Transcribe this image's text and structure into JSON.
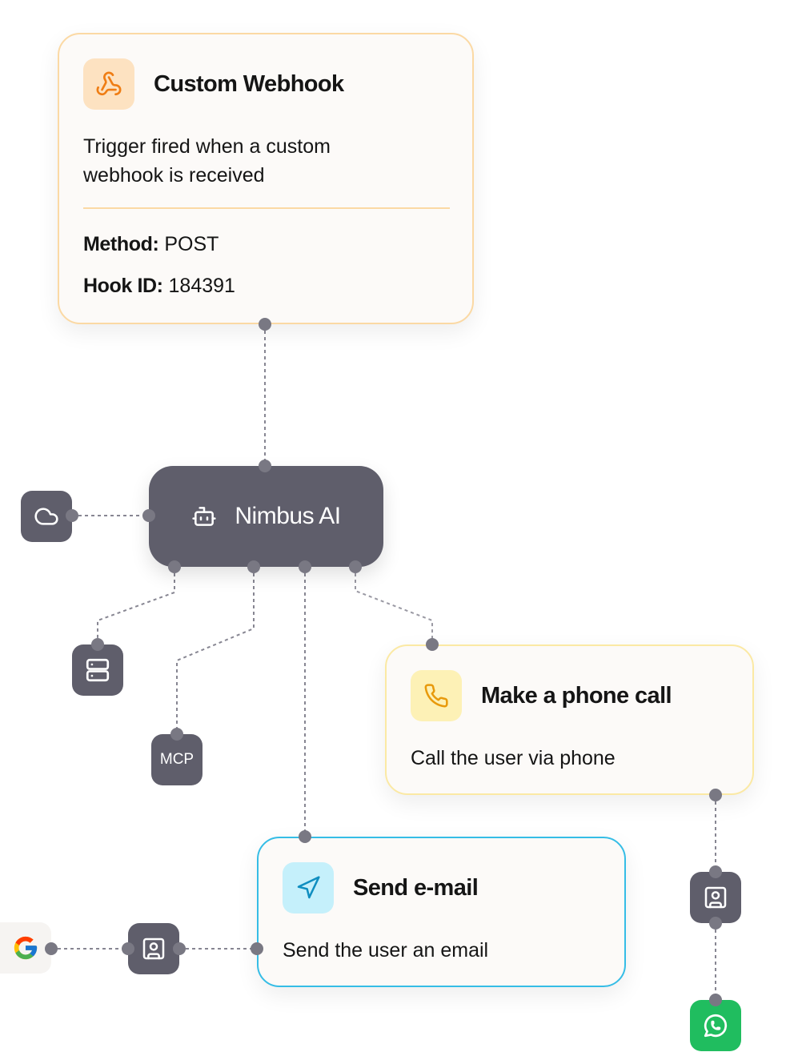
{
  "webhook": {
    "title": "Custom Webhook",
    "description": "Trigger fired when a custom webhook is received",
    "method_label": "Method:",
    "method_value": "POST",
    "hookid_label": "Hook ID:",
    "hookid_value": "184391",
    "icon": "webhook-icon"
  },
  "agent": {
    "label": "Nimbus AI",
    "icon": "robot-icon"
  },
  "tools": {
    "mcp_label": "MCP",
    "icons": [
      "cloud-icon",
      "server-icon",
      "contact-icon",
      "google-icon",
      "whatsapp-icon"
    ]
  },
  "phone_call": {
    "title": "Make a phone call",
    "description": "Call the user via phone",
    "icon": "phone-icon"
  },
  "email": {
    "title": "Send e-mail",
    "description": "Send the user an email",
    "icon": "send-icon"
  },
  "colors": {
    "node_dark": "#5f5e6b",
    "webhook_border": "#fbd9a4",
    "phone_border": "#fbe9a4",
    "email_border": "#35bde6",
    "whatsapp": "#20bd5f"
  }
}
